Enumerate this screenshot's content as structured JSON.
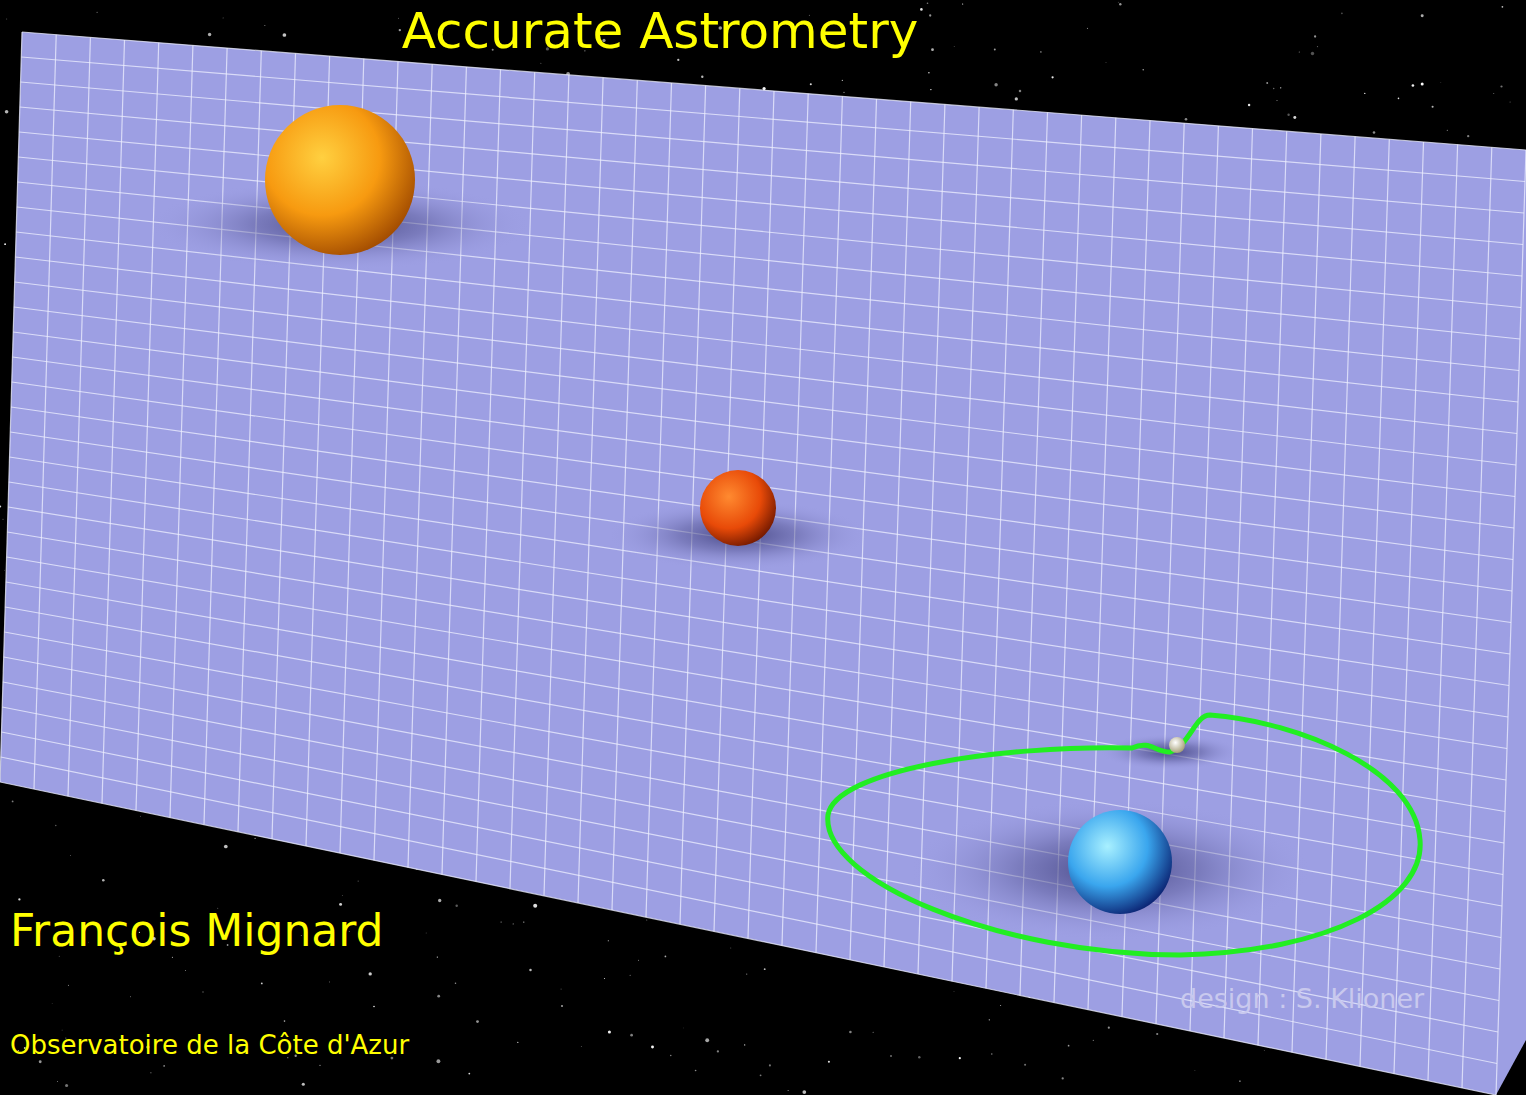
{
  "diagram": {
    "title": "Accurate Astrometry",
    "labels": [
      "François Mignard",
      "Observatoire de la Côte d'Azur",
      "design : S. Klioner"
    ]
  }
}
